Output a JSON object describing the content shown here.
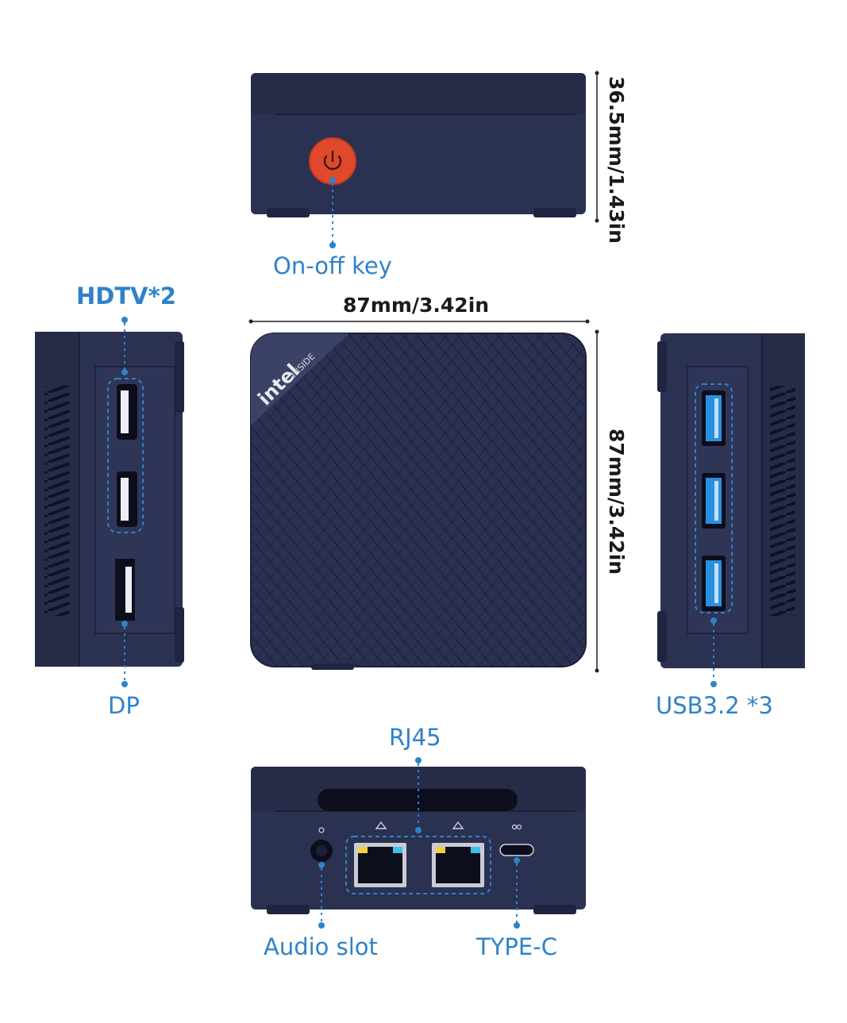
{
  "labels": {
    "on_off_key": "On-off key",
    "hdtv": "HDTV*2",
    "dp": "DP",
    "usb": "USB3.2 *3",
    "rj45": "RJ45",
    "audio_slot": "Audio slot",
    "type_c": "TYPE-C"
  },
  "dimensions": {
    "height": "36.5mm/1.43in",
    "width": "87mm/3.42in",
    "depth": "87mm/3.42in"
  },
  "branding": {
    "logo": "intel",
    "logo_sub": "INSIDE"
  },
  "colors": {
    "body": "#2b3150",
    "body_dark": "#1f2440",
    "callout": "#2f82c9",
    "power_button": "#e0492c",
    "usb_port": "#2b8fe0"
  }
}
